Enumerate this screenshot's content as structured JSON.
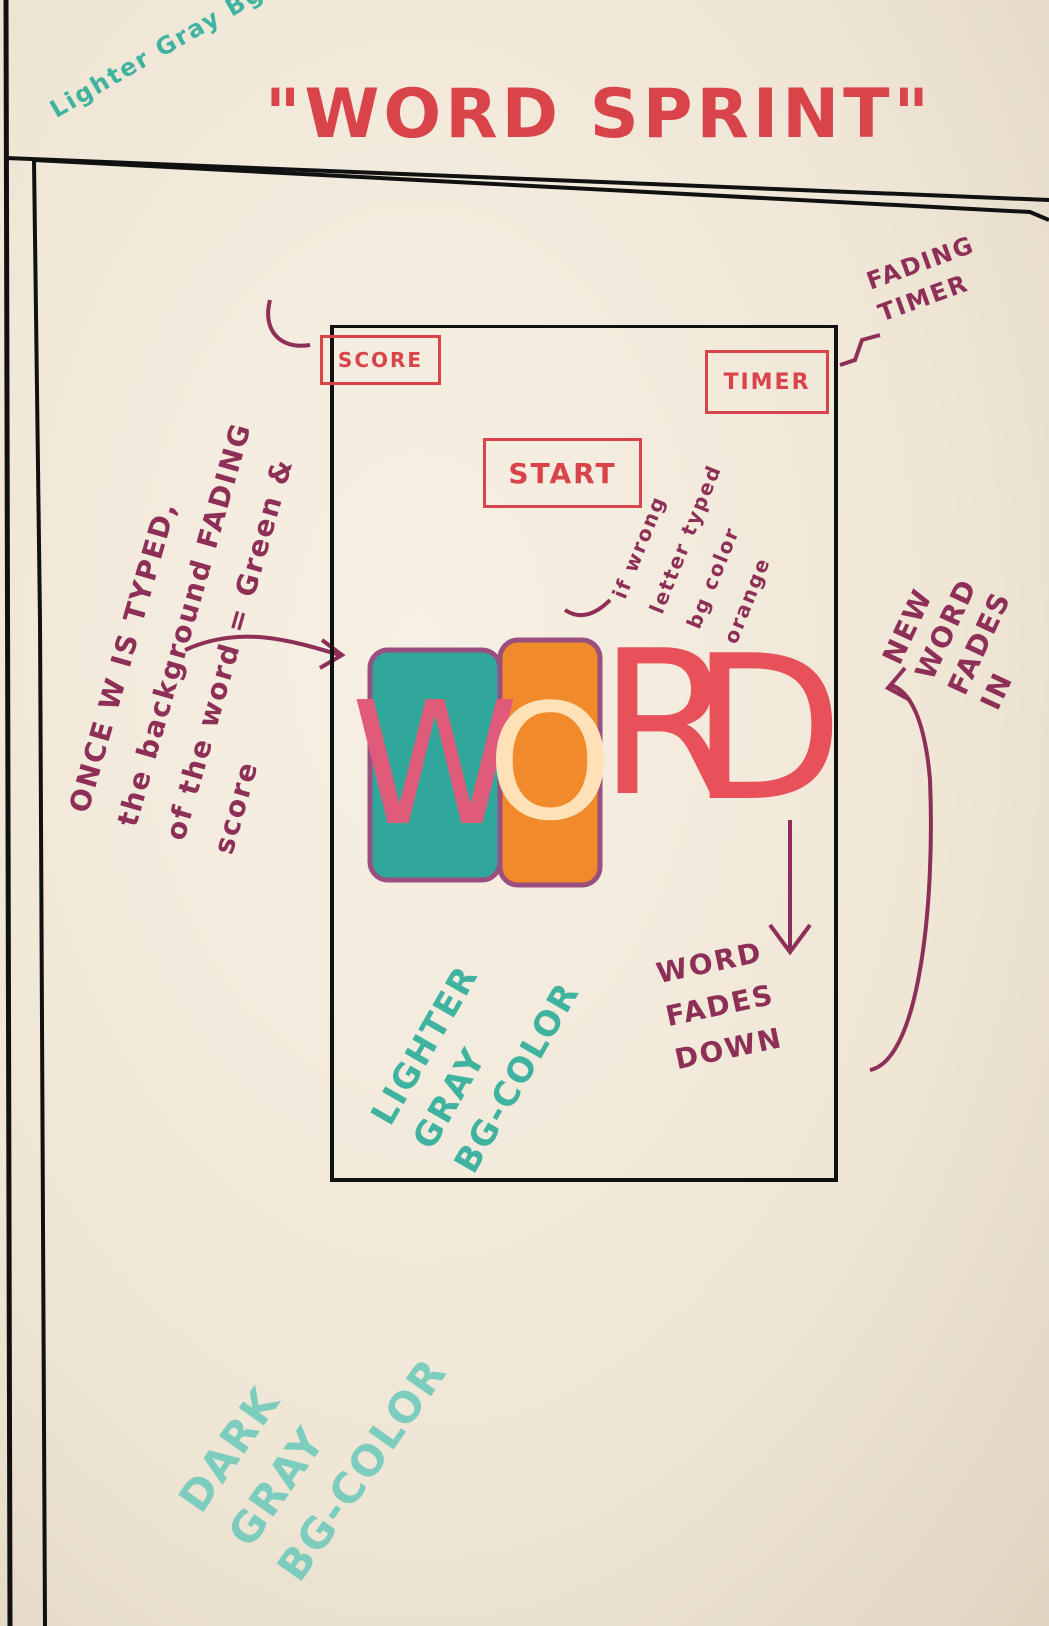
{
  "whiteboard": {
    "header_note": "Lighter Gray Bg color",
    "title": "\"WORD SPRINT\"",
    "left_note": [
      "ONCE W IS TYPED,",
      "the background FADING",
      "of the word = Green &",
      "score"
    ],
    "score_label": "SCORE",
    "timer_label": "TIMER",
    "start_label": "START",
    "fading_timer_note": [
      "FADING",
      "TIMER"
    ],
    "wrong_letter_note": [
      "if wrong",
      "letter typed",
      "bg color",
      "orange"
    ],
    "new_word_note": [
      "NEW",
      "WORD",
      "FADES",
      "IN"
    ],
    "word_letters": [
      "W",
      "O",
      "R",
      "D"
    ],
    "word_fades_note": [
      "WORD",
      "FADES",
      "DOWN"
    ],
    "inner_bg_note": [
      "LIGHTER",
      "GRAY",
      "BG-COLOR"
    ],
    "outer_bg_note": [
      "DARK",
      "GRAY",
      "BG-COLOR"
    ]
  },
  "colors": {
    "marker_red": "#d9434a",
    "marker_teal": "#3fb3a0",
    "marker_plum": "#8e2f57",
    "letter_green_fill": "#2fa79a",
    "letter_orange_fill": "#f08a2a"
  }
}
